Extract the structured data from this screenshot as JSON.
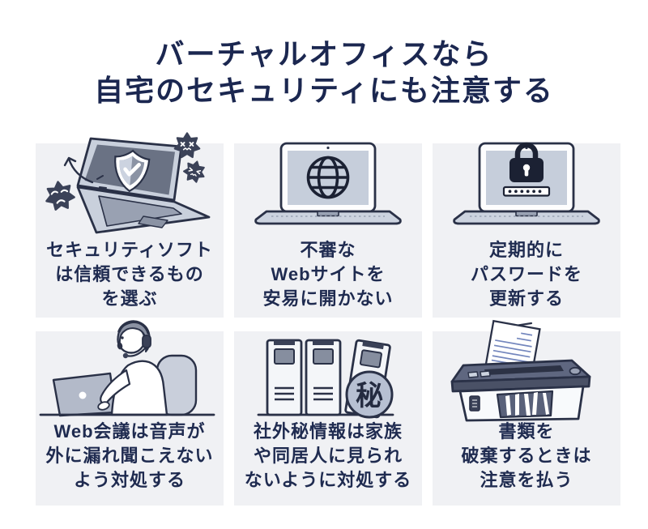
{
  "title": {
    "line1": "バーチャルオフィスなら",
    "line2": "自宅のセキュリティにも注意する"
  },
  "panels": [
    {
      "icon": "laptop-shield-virus-icon",
      "caption_lines": [
        "セキュリティソフト",
        "は信頼できるもの",
        "を選ぶ"
      ]
    },
    {
      "icon": "laptop-globe-icon",
      "caption_lines": [
        "不審な",
        "Webサイトを",
        "安易に開かない"
      ]
    },
    {
      "icon": "laptop-padlock-icon",
      "caption_lines": [
        "定期的に",
        "パスワードを",
        "更新する"
      ]
    },
    {
      "icon": "person-headset-laptop-icon",
      "caption_lines": [
        "Web会議は音声が",
        "外に漏れ聞こえない",
        "よう対処する"
      ]
    },
    {
      "icon": "binders-secret-stamp-icon",
      "caption_lines": [
        "社外秘情報は家族",
        "や同居人に見られ",
        "ないように対処する"
      ]
    },
    {
      "icon": "paper-shredder-icon",
      "caption_lines": [
        "書類を",
        "破棄するときは",
        "注意を払う"
      ]
    }
  ],
  "badge_text": "秘",
  "colors": {
    "title_text": "#1b2750",
    "caption_text": "#1f2b50",
    "panel_background": "#f0f1f4",
    "outline_ink": "#2a3147",
    "virus": "#3b4258",
    "screen_dark": "#6a7284",
    "screen_light": "#c6cedb",
    "laptop_body": "#c9d0dc",
    "badge_fill": "#b7c0d2",
    "paper_line": "#7386bd"
  }
}
